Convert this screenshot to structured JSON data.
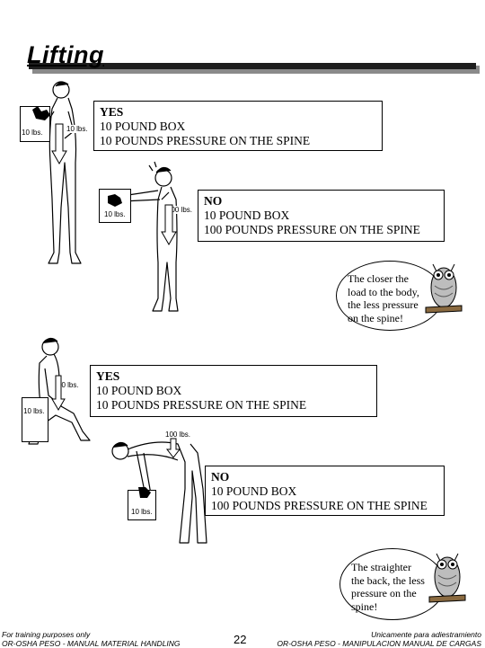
{
  "title": "Lifting",
  "scenes": [
    {
      "heading": "YES",
      "line1": "10 POUND BOX",
      "line2": "10 POUNDS PRESSURE ON THE SPINE",
      "box_weight": "10 lbs.",
      "spine_weight": "10 lbs."
    },
    {
      "heading": "NO",
      "line1": "10 POUND BOX",
      "line2": "100 POUNDS PRESSURE ON THE SPINE",
      "box_weight": "10 lbs.",
      "spine_weight": "100 lbs."
    },
    {
      "heading": "YES",
      "line1": "10 POUND BOX",
      "line2": "10 POUNDS PRESSURE ON THE SPINE",
      "box_weight": "10 lbs.",
      "spine_weight": "10 lbs."
    },
    {
      "heading": "NO",
      "line1": "10 POUND BOX",
      "line2": "100 POUNDS PRESSURE ON THE SPINE",
      "box_weight": "10 lbs.",
      "spine_weight": "100 lbs."
    }
  ],
  "tips": [
    {
      "lines": [
        "The closer the",
        "load to the body,",
        "the less pressure",
        "on the spine!"
      ]
    },
    {
      "lines": [
        "The straighter",
        "the back, the less",
        "pressure on the",
        "spine!"
      ]
    }
  ],
  "footer": {
    "left_line1": "For training purposes only",
    "left_line2": "OR-OSHA PESO - MANUAL MATERIAL HANDLING",
    "page_number": "22",
    "right_line1": "Unicamente para adiestramiento",
    "right_line2": "OR-OSHA PESO - MANIPULACION MANUAL DE CARGAS"
  }
}
